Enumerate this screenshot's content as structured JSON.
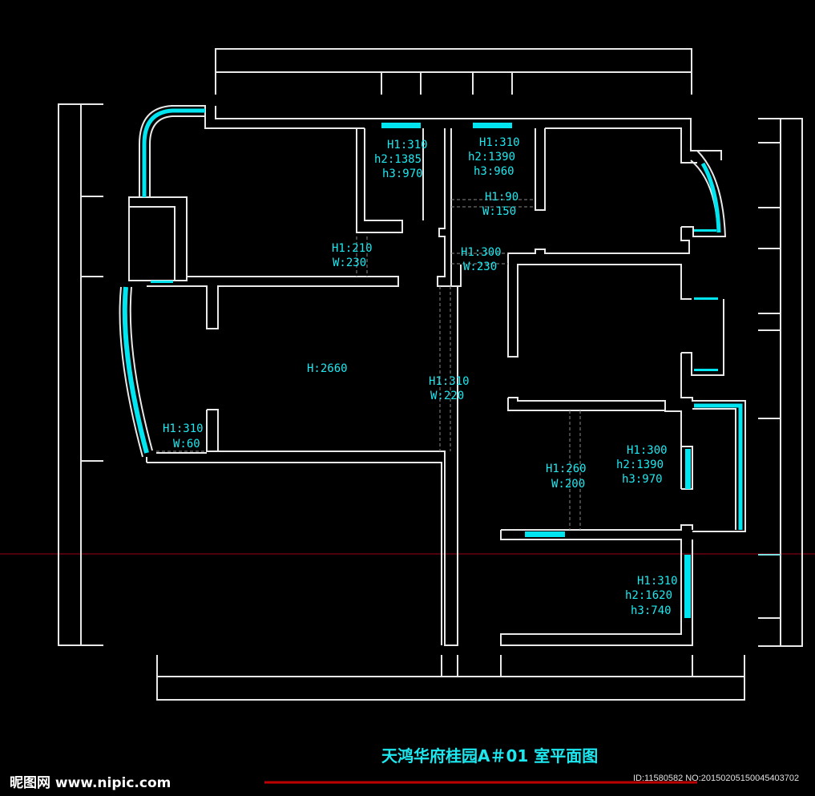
{
  "drawing": {
    "title": "天鸿华府桂园A＃01 室平面图",
    "background": "#000000",
    "wall_color": "#e8e8e8",
    "window_color": "#00e5f0",
    "axis_line_color": "#7a0010"
  },
  "labels": {
    "top_left_window": [
      "H1:310",
      "h2:1385",
      "h3:970"
    ],
    "top_mid_window": [
      "H1:310",
      "h2:1390",
      "h3:960"
    ],
    "opening_90": [
      "H1:90",
      "W:150"
    ],
    "opening_210": [
      "H1:210",
      "W:230"
    ],
    "opening_300_230": [
      "H1:300",
      "W:230"
    ],
    "living_height": [
      "H:2660"
    ],
    "corridor_opening": [
      "H1:310",
      "W:220"
    ],
    "left_window_small": [
      "H1:310",
      "W:60"
    ],
    "opening_260": [
      "H1:260",
      "W:200"
    ],
    "right_window_mid": [
      "H1:300",
      "h2:1390",
      "h3:970"
    ],
    "right_window_low": [
      "H1:310",
      "h2:1620",
      "h3:740"
    ]
  },
  "footer": {
    "watermark": "昵图网 www.nipic.com",
    "id_text": "ID:11580582 NO:20150205150045403702"
  }
}
